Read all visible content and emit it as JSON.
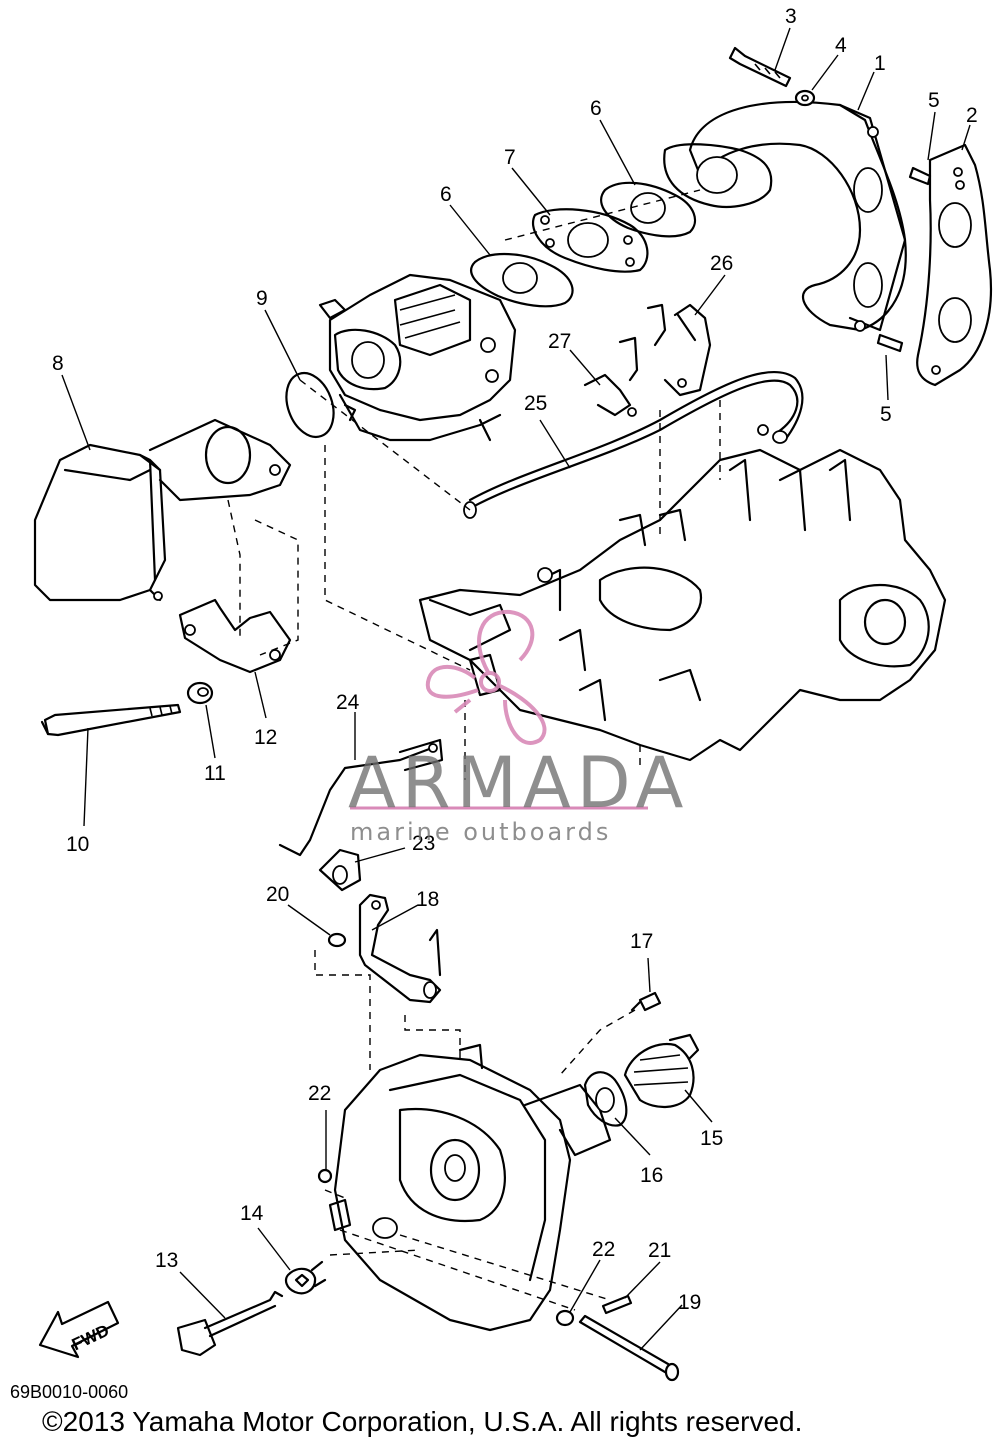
{
  "diagram": {
    "code": "69B0010-0060",
    "copyright": "©2013 Yamaha Motor Corporation, U.S.A. All rights reserved.",
    "direction_badge": "FWD",
    "watermark": {
      "brand": "ARMADA",
      "tagline": "marine outboards",
      "accent_color": "#d98ab8",
      "text_color": "#6e6e6e"
    },
    "callouts": [
      "1",
      "2",
      "3",
      "4",
      "5",
      "5",
      "6",
      "6",
      "7",
      "8",
      "9",
      "10",
      "11",
      "12",
      "13",
      "14",
      "15",
      "16",
      "17",
      "18",
      "19",
      "20",
      "21",
      "22",
      "22",
      "23",
      "24",
      "25",
      "26",
      "27"
    ]
  }
}
